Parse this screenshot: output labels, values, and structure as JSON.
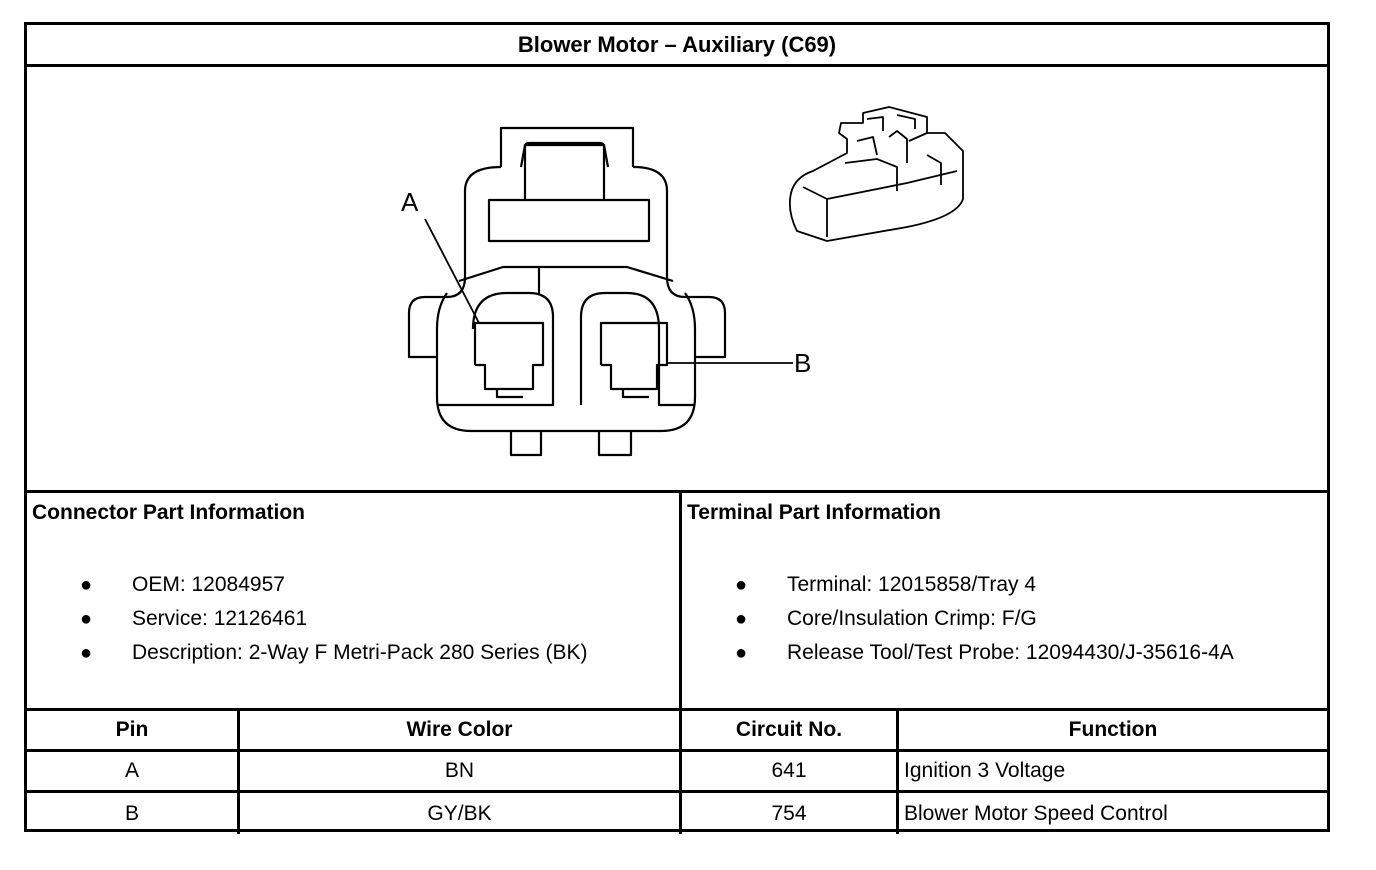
{
  "title": "Blower Motor – Auxiliary (C69)",
  "diagram": {
    "pin_labels": [
      "A",
      "B"
    ]
  },
  "connector_info": {
    "heading": "Connector Part Information",
    "items": [
      "OEM: 12084957",
      "Service: 12126461",
      "Description: 2-Way F Metri-Pack 280 Series (BK)"
    ]
  },
  "terminal_info": {
    "heading": "Terminal Part Information",
    "items": [
      "Terminal: 12015858/Tray 4",
      "Core/Insulation Crimp: F/G",
      "Release Tool/Test Probe: 12094430/J-35616-4A"
    ]
  },
  "bullet": "●",
  "table": {
    "headers": [
      "Pin",
      "Wire Color",
      "Circuit No.",
      "Function"
    ],
    "rows": [
      [
        "A",
        "BN",
        "641",
        "Ignition 3 Voltage"
      ],
      [
        "B",
        "GY/BK",
        "754",
        "Blower Motor Speed Control"
      ]
    ]
  }
}
